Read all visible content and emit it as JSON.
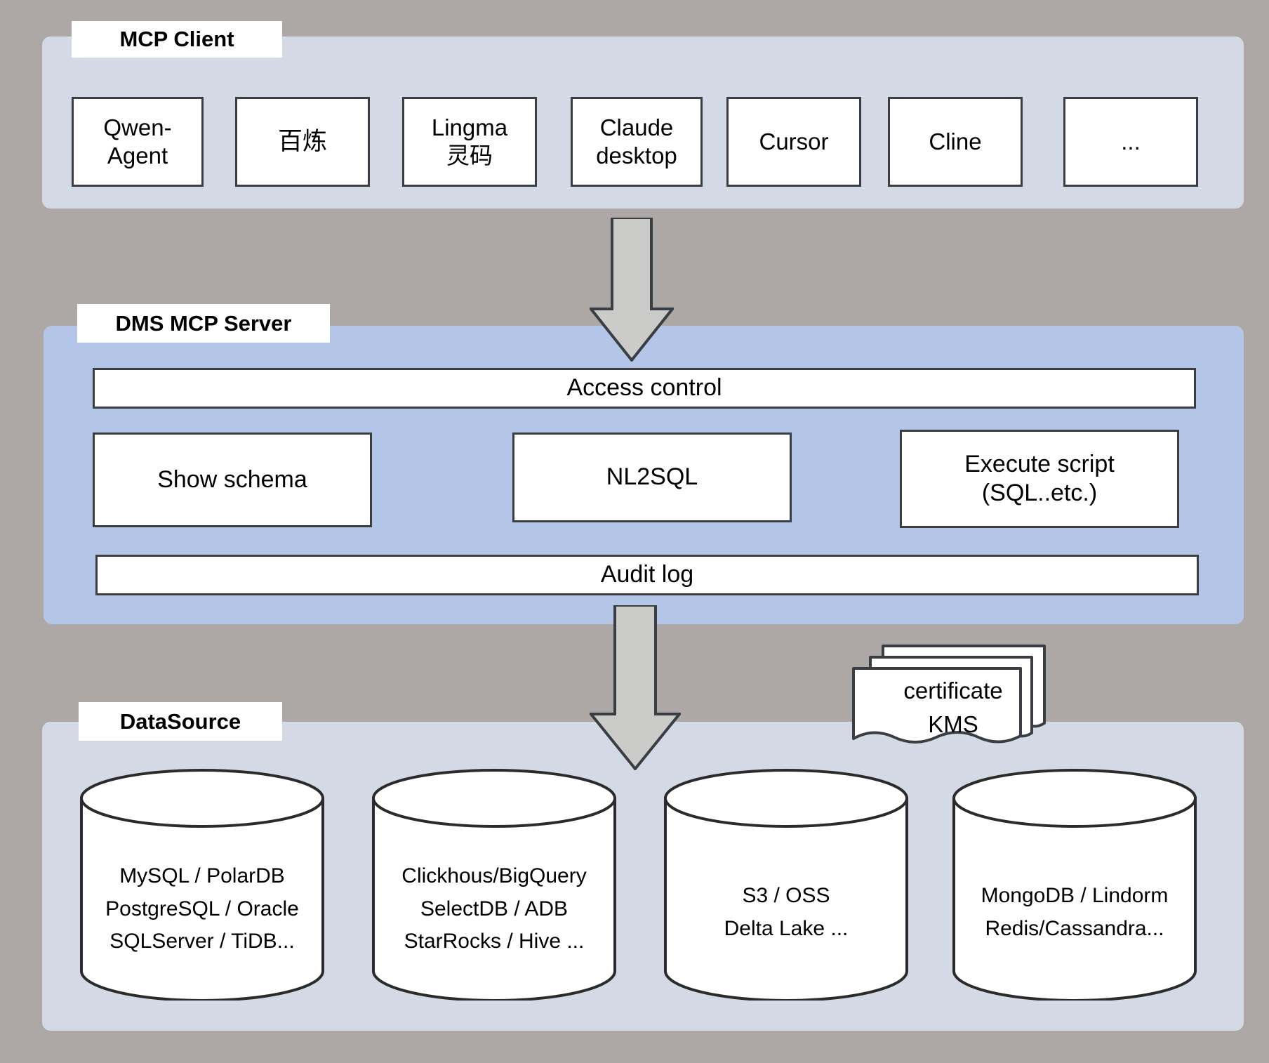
{
  "diagram": {
    "background_color": "#ada8a6",
    "groups": [
      {
        "id": "mcp-client",
        "title": "MCP Client",
        "fill": "#d4dae5",
        "nodes": [
          {
            "id": "qwen-agent",
            "lines": [
              "Qwen-",
              "Agent"
            ]
          },
          {
            "id": "bailian",
            "lines": [
              "百炼"
            ]
          },
          {
            "id": "lingma",
            "lines": [
              "Lingma",
              "灵码"
            ]
          },
          {
            "id": "claude-desktop",
            "lines": [
              "Claude",
              "desktop"
            ]
          },
          {
            "id": "cursor",
            "lines": [
              "Cursor"
            ]
          },
          {
            "id": "cline",
            "lines": [
              "Cline"
            ]
          },
          {
            "id": "more",
            "lines": [
              "..."
            ]
          }
        ]
      },
      {
        "id": "dms-mcp-server",
        "title": "DMS MCP Server",
        "fill": "#b3c6e7",
        "bars": [
          {
            "id": "access-control",
            "label": "Access  control"
          },
          {
            "id": "audit-log",
            "label": "Audit log"
          }
        ],
        "nodes": [
          {
            "id": "show-schema",
            "lines": [
              "Show schema"
            ]
          },
          {
            "id": "nl2sql",
            "lines": [
              "NL2SQL"
            ]
          },
          {
            "id": "execute-script",
            "lines": [
              "Execute script",
              "(SQL..etc.)"
            ]
          }
        ]
      },
      {
        "id": "datasource",
        "title": "DataSource",
        "fill": "#d4dae5",
        "cylinders": [
          {
            "id": "relational",
            "lines": [
              "MySQL / PolarDB",
              "PostgreSQL / Oracle",
              "SQLServer / TiDB..."
            ]
          },
          {
            "id": "olap",
            "lines": [
              "Clickhous/BigQuery",
              "SelectDB / ADB",
              "StarRocks / Hive ..."
            ]
          },
          {
            "id": "object",
            "lines": [
              "S3 / OSS",
              "Delta Lake ..."
            ]
          },
          {
            "id": "nosql",
            "lines": [
              "MongoDB / Lindorm",
              "Redis/Cassandra..."
            ]
          }
        ]
      }
    ],
    "documents": [
      {
        "id": "certificate-kms",
        "lines": [
          "certificate",
          "KMS"
        ]
      }
    ],
    "arrows": [
      {
        "id": "client-to-server",
        "direction": "down"
      },
      {
        "id": "server-to-source",
        "direction": "down"
      }
    ]
  }
}
